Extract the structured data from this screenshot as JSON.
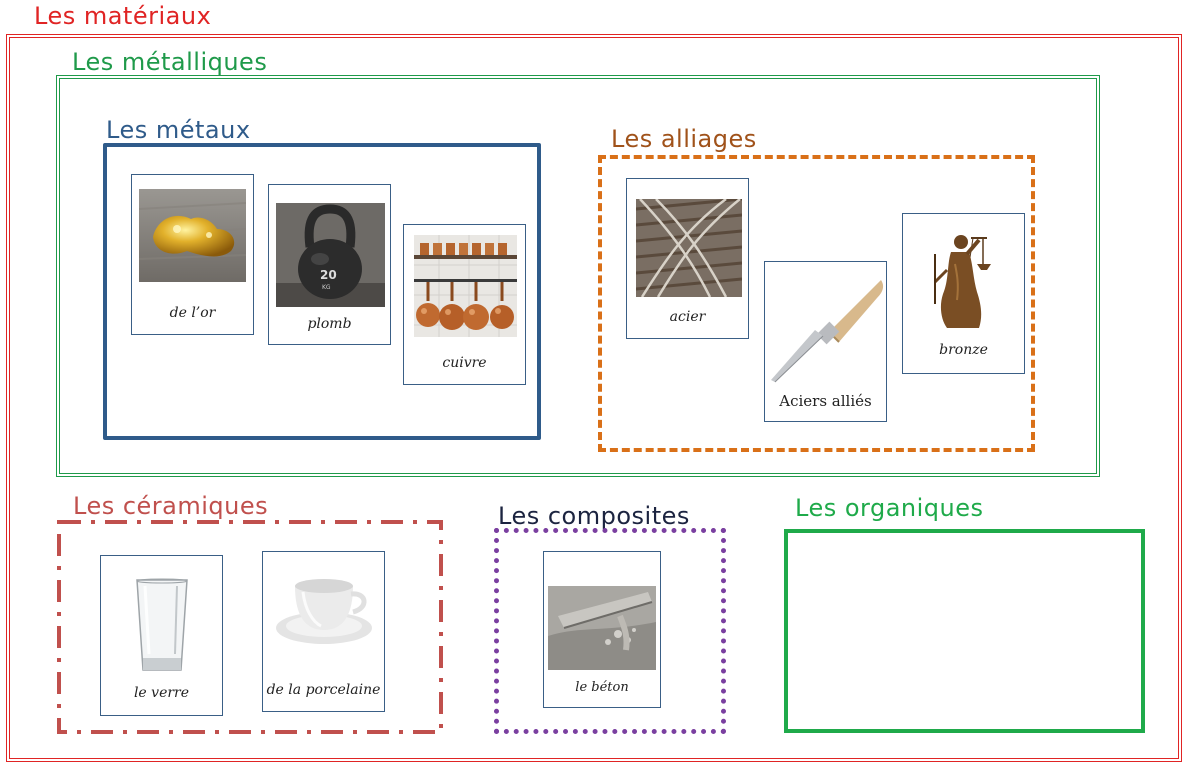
{
  "titles": {
    "materiaux": "Les matériaux",
    "metalliques": "Les métalliques",
    "metaux": "Les métaux",
    "alliages": "Les alliages",
    "ceramiques": "Les céramiques",
    "composites": "Les composites",
    "organiques": "Les organiques"
  },
  "cards": {
    "or": "de l’or",
    "plomb": "plomb",
    "cuivre": "cuivre",
    "acier": "acier",
    "aciers_allies": "Aciers alliés",
    "bronze": "bronze",
    "verre": "le verre",
    "porcelaine": "de la porcelaine",
    "beton": "le béton"
  },
  "colors": {
    "materiaux": "#e02424",
    "metalliques": "#1f9a4a",
    "metaux": "#2f5b8a",
    "alliages": "#d97018",
    "ceramiques": "#c0504d",
    "composites": "#7a3fa0",
    "organiques": "#1faa4a",
    "card_border": "#3a5f86"
  }
}
